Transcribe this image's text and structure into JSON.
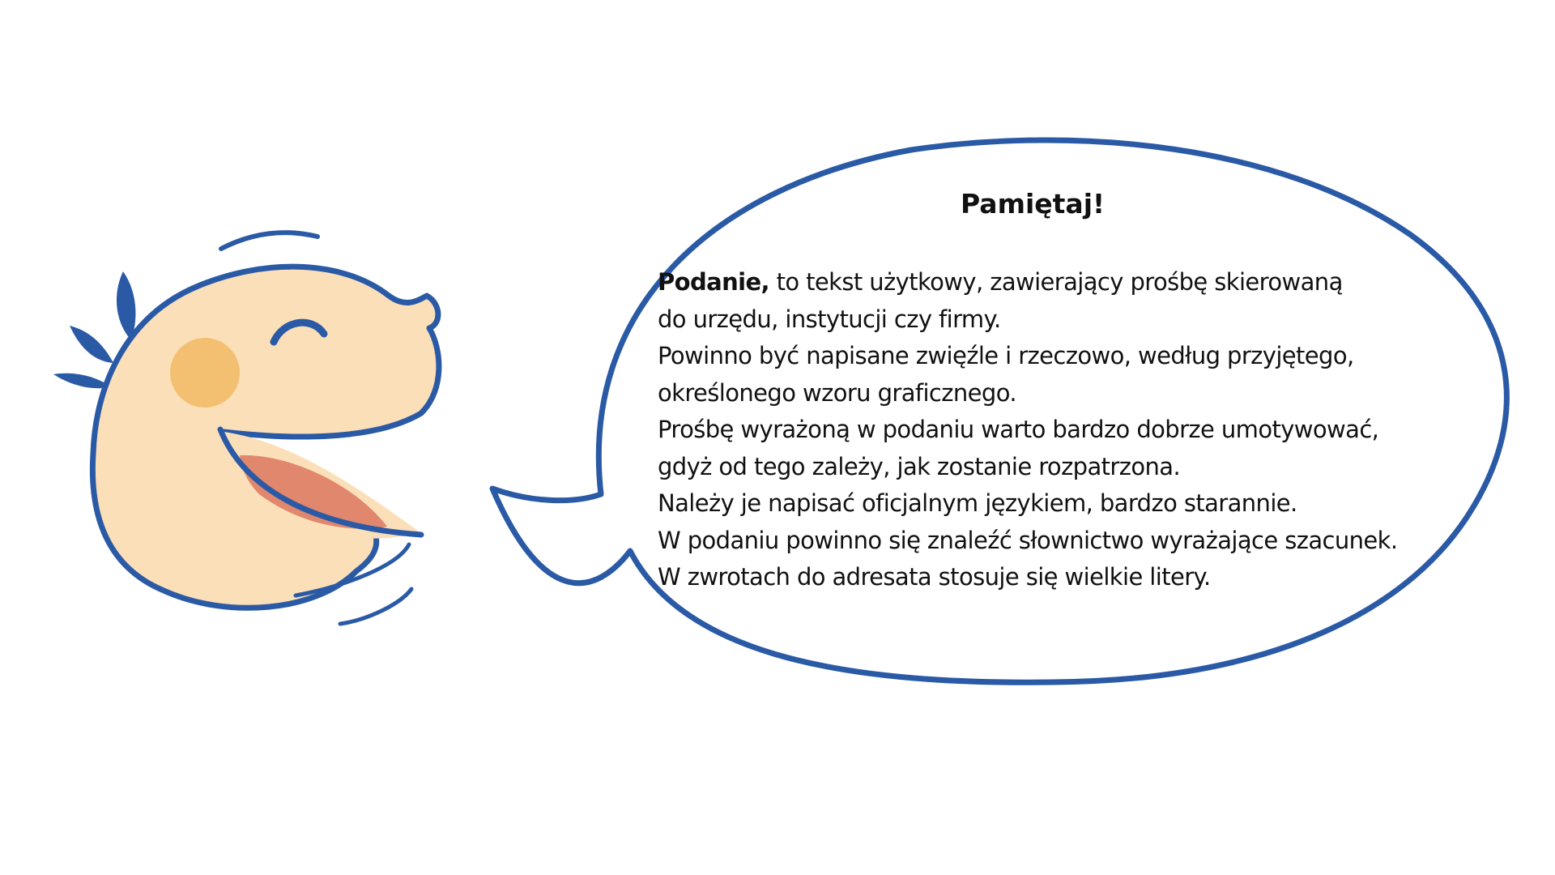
{
  "colors": {
    "outline": "#2a5aa6",
    "face": "#fbdfb8",
    "cheek": "#f2c070",
    "tongue": "#e0876e",
    "background": "#ffffff",
    "text": "#111111"
  },
  "mascot": {
    "icon": "smiling-cartoon-creature-icon"
  },
  "bubble": {
    "icon": "speech-bubble-icon",
    "heading": "Pamiętaj!",
    "term": "Podanie,",
    "first_line_rest": " to tekst użytkowy, zawierający prośbę skierowaną",
    "lines": [
      "do urzędu, instytucji czy firmy.",
      "Powinno być napisane zwięźle i rzeczowo, według przyjętego,",
      "określonego wzoru graficznego.",
      "Prośbę wyrażoną w podaniu warto  bardzo dobrze umotywować,",
      "gdyż od tego zależy, jak zostanie rozpatrzona.",
      "Należy je napisać oficjalnym językiem, bardzo starannie.",
      "W podaniu powinno się znaleźć słownictwo wyrażające szacunek.",
      "W zwrotach do adresata stosuje się wielkie litery."
    ]
  }
}
